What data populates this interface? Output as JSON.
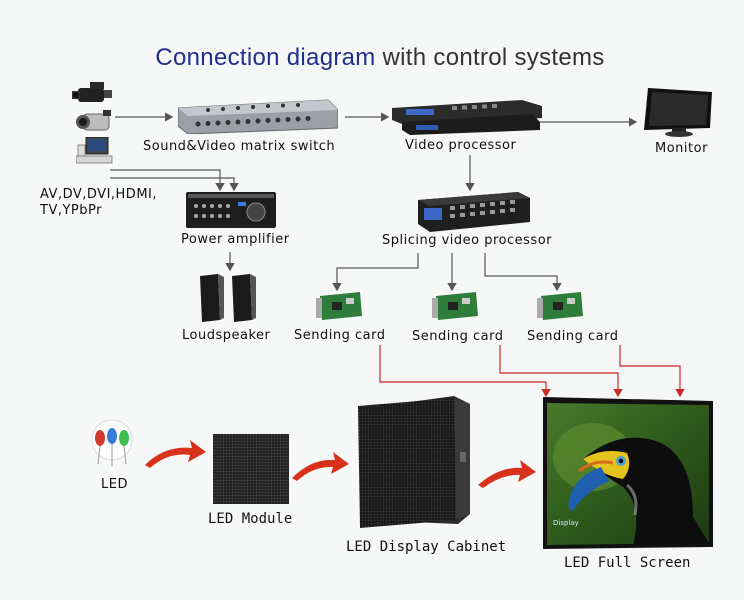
{
  "title": {
    "highlight": "Connection diagram",
    "rest": " with control systems"
  },
  "sources": {
    "icons": [
      "video-camera-icon",
      "camcorder-icon",
      "computer-icon"
    ],
    "label_line1": "AV,DV,DVI,HDMI,",
    "label_line2": "TV,YPbPr"
  },
  "devices": {
    "matrix_switch": "Sound&Video matrix switch",
    "video_processor": "Video processor",
    "monitor": "Monitor",
    "power_amplifier": "Power amplifier",
    "splicing_processor": "Splicing video processor",
    "loudspeaker": "Loudspeaker",
    "sending_cards": [
      "Sending card",
      "Sending card",
      "Sending card"
    ]
  },
  "assembly": {
    "led": "LED",
    "module": "LED Module",
    "cabinet": "LED Display Cabinet",
    "full_screen": "LED Full Screen",
    "screen_watermark": "Display"
  },
  "colors": {
    "title_accent": "#1f2f8a",
    "connector_line": "#555555",
    "signal_line": "#cc2a2a",
    "flow_arrow": "#d8321c"
  }
}
